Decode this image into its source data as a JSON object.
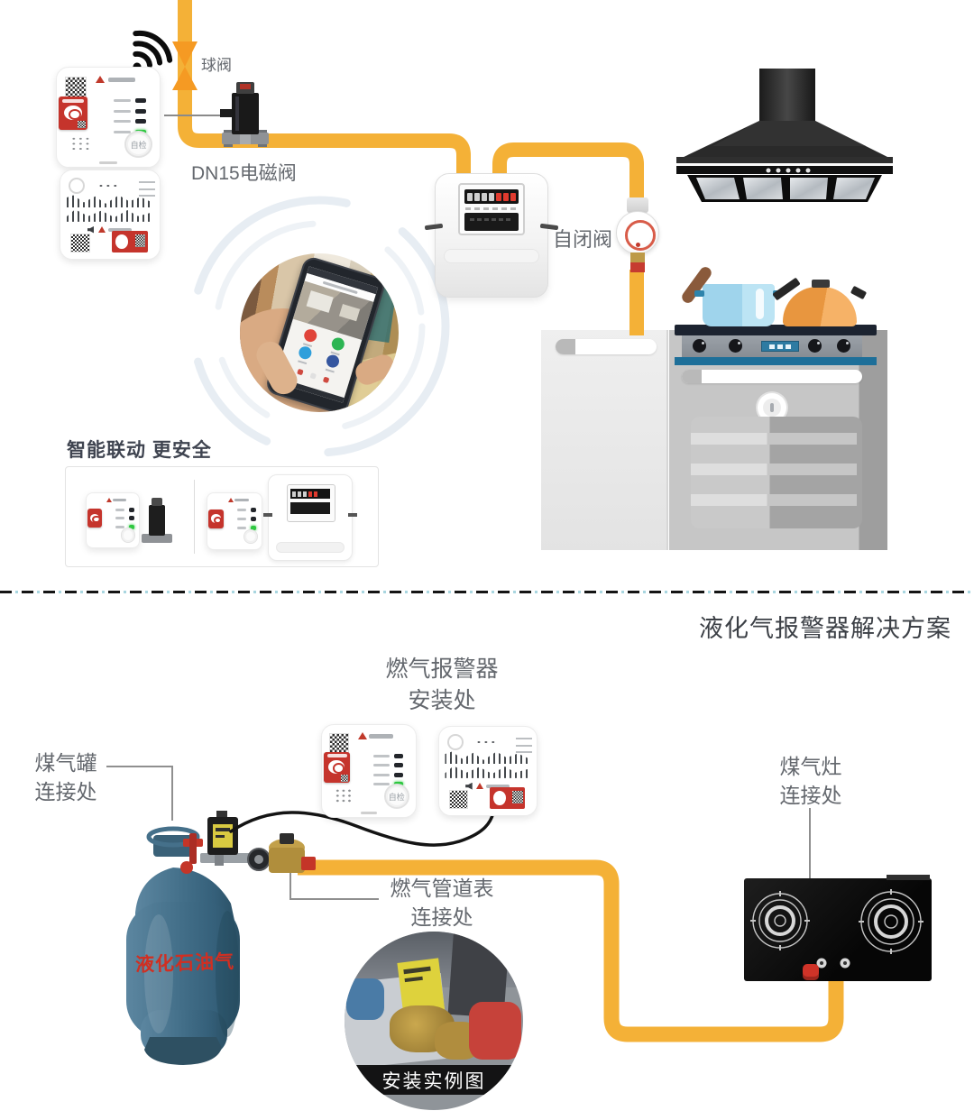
{
  "icons": {
    "wifi": "wifi-signal"
  },
  "colors": {
    "pipe_yellow": "#F4B137",
    "ball_valve_orange": "#F59A23",
    "wire_black": "#141414",
    "label_gray": "#64686E",
    "title_dark": "#3C4046",
    "sticker_red": "#C5342C",
    "led_green": "#2EC840",
    "cylinder_blue": "#44708A",
    "cylinder_text_red": "#D02F22",
    "stove_accent_blue": "#1E6F99"
  },
  "device": {
    "self_check_label": "自检"
  },
  "top": {
    "ball_valve_label": "球阀",
    "solenoid_valve_label": "DN15电磁阀",
    "self_closing_valve_label": "自闭阀",
    "smart_linkage_title": "智能联动 更安全"
  },
  "bottom": {
    "section_title": "液化气报警器解决方案",
    "alarm_location_line1": "燃气报警器",
    "alarm_location_line2": "安装处",
    "cylinder_label_line1": "煤气罐",
    "cylinder_label_line2": "连接处",
    "pipe_meter_label_line1": "燃气管道表",
    "pipe_meter_label_line2": "连接处",
    "stove_label_line1": "煤气灶",
    "stove_label_line2": "连接处",
    "cylinder_body_text": "液化石油气",
    "example_caption": "安装实例图"
  }
}
